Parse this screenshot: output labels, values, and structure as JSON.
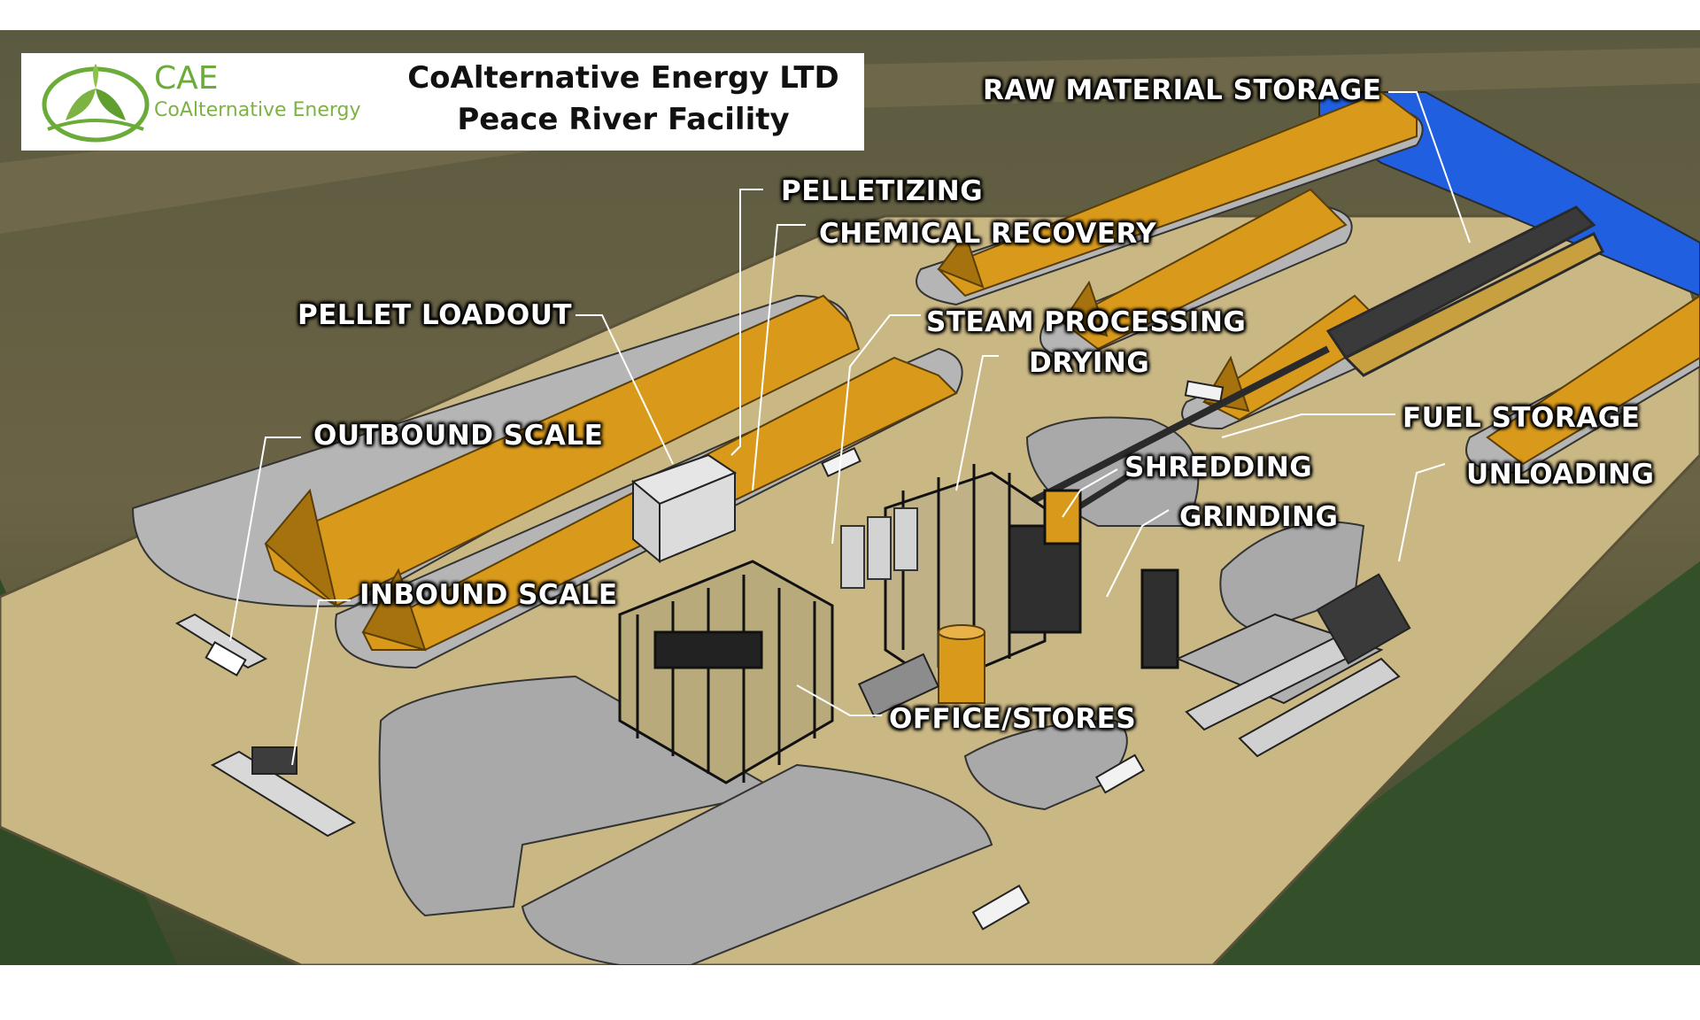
{
  "header": {
    "logo_abbr": "CAE",
    "logo_name": "CoAlternative Energy",
    "title_line1": "CoAlternative Energy LTD",
    "title_line2": "Peace River Facility"
  },
  "labels": {
    "raw_material_storage": "RAW MATERIAL STORAGE",
    "pelletizing": "PELLETIZING",
    "chemical_recovery": "CHEMICAL RECOVERY",
    "pellet_loadout": "PELLET LOADOUT",
    "steam_processing": "STEAM PROCESSING",
    "drying": "DRYING",
    "fuel_storage": "FUEL STORAGE",
    "outbound_scale": "OUTBOUND SCALE",
    "shredding": "SHREDDING",
    "unloading": "UNLOADING",
    "grinding": "GRINDING",
    "inbound_scale": "INBOUND SCALE",
    "office_stores": "OFFICE/STORES"
  },
  "colors": {
    "field_dark": "#4f4a33",
    "pad": "#c9b784",
    "pile": "#d99a1c",
    "pile_shadow": "#a6720e",
    "concrete": "#a9a9a9",
    "pond": "#1f5fe0",
    "grass": "#3d5a2a",
    "logo_green": "#6aab3a"
  }
}
